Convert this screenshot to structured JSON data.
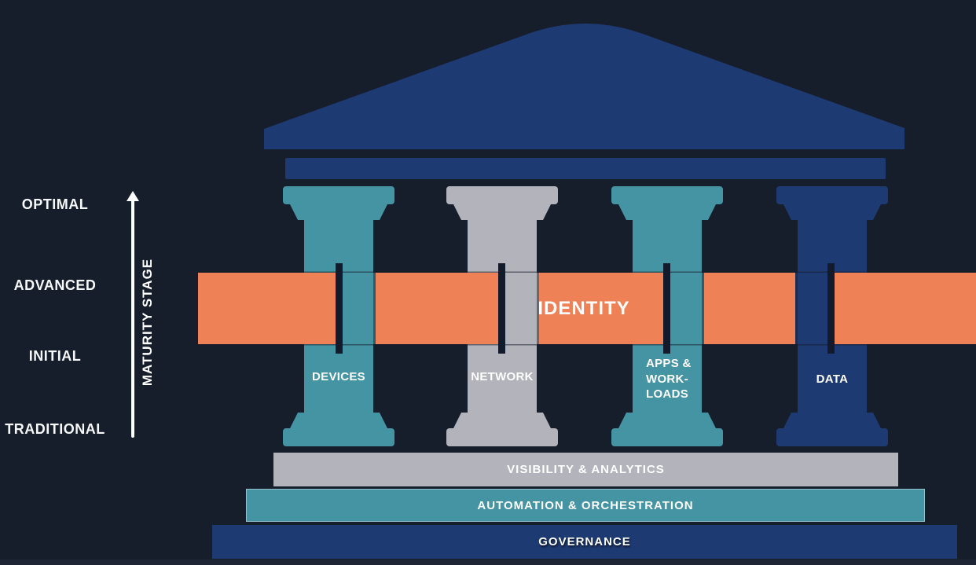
{
  "colors": {
    "background": "#161d2b",
    "dark_blue": "#1e3a72",
    "teal": "#4494a3",
    "gray": "#b3b3bb",
    "orange": "#ee8256",
    "text": "#ffffff",
    "slot": "#131a2b"
  },
  "maturity_axis": {
    "title": "MATURITY STAGE",
    "arrow_icon": "arrow-up-icon",
    "stages": [
      {
        "label": "OPTIMAL"
      },
      {
        "label": "ADVANCED"
      },
      {
        "label": "INITIAL"
      },
      {
        "label": "TRADITIONAL"
      }
    ]
  },
  "identity_band": {
    "label": "IDENTITY",
    "color": "#ee8256"
  },
  "pillars": [
    {
      "label": "DEVICES",
      "color": "#4494a3"
    },
    {
      "label": "NETWORK",
      "color": "#b3b3bb"
    },
    {
      "label": "APPS & WORK- LOADS",
      "lines": [
        "APPS &",
        "WORK-",
        "LOADS"
      ],
      "color": "#4494a3"
    },
    {
      "label": "DATA",
      "color": "#1e3a72"
    }
  ],
  "foundation_layers": [
    {
      "label": "VISIBILITY & ANALYTICS",
      "color": "#b3b3bb"
    },
    {
      "label": "AUTOMATION & ORCHESTRATION",
      "color": "#4494a3"
    },
    {
      "label": "GOVERNANCE",
      "color": "#1e3a72"
    }
  ]
}
